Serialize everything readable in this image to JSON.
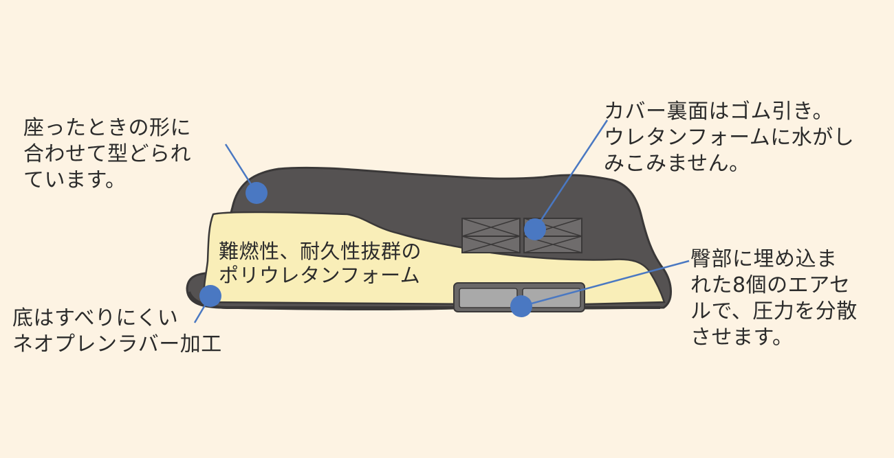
{
  "colors": {
    "background": "#fdf3e3",
    "cover": "#555252",
    "cover_outline": "#3a3838",
    "foam": "#f9eeb8",
    "air_cell": "#8c8c8c",
    "marker": "#4a78c2",
    "text": "#2b2b2b"
  },
  "labels": {
    "top_left": [
      "座ったときの形に",
      "合わせて型どられ",
      "ています。"
    ],
    "top_right": [
      "カバー裏面はゴム引き。",
      "ウレタンフォームに水がし",
      "みこみません。"
    ],
    "bottom_left": [
      "底はすべりにくい",
      "ネオプレンラバー加工"
    ],
    "bottom_right": [
      "臀部に埋め込ま",
      "れた8個のエアセ",
      "ルで、圧力を分散",
      "させます。"
    ],
    "foam": [
      "難燃性、耐久性抜群の",
      "ポリウレタンフォーム"
    ]
  }
}
